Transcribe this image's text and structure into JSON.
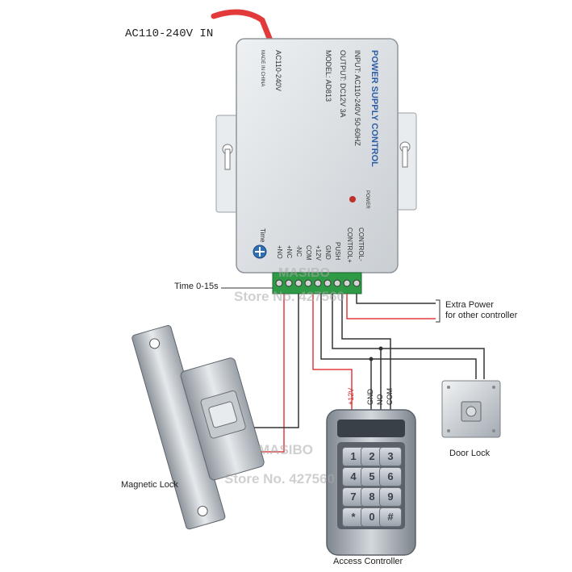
{
  "labels": {
    "power_in": "AC110-240V IN",
    "time": "Time 0-15s",
    "extra_power_line1": "Extra Power",
    "extra_power_line2": "for other controller",
    "magnetic_lock": "Magnetic Lock",
    "door_lock": "Door Lock",
    "access_controller": "Access Controller"
  },
  "power_supply": {
    "title": "POWER SUPPLY CONTROL",
    "input": "INPUT: AC110-240V 50-60HZ",
    "output": "OUTPUT: DC12V 3A",
    "model": "MODEL: AD813",
    "voltage": "AC110-240V",
    "made_in": "MADE IN CHINA",
    "power_led_label": "POWER",
    "time_knob_label": "Time",
    "terminals": [
      "+NO",
      "+NC",
      "-NC",
      "COM",
      "+12V",
      "GND",
      "PUSH",
      "CONTROL+",
      "CONTROL-"
    ]
  },
  "controller_terminals": [
    "+12V",
    "GND",
    "NO",
    "COM"
  ],
  "keypad": [
    "1",
    "2",
    "3",
    "4",
    "5",
    "6",
    "7",
    "8",
    "9",
    "*",
    "0",
    "#"
  ],
  "watermarks": {
    "top_brand": "MASIBO",
    "top_store": "Store No. 427560",
    "bottom_brand": "MASIBO",
    "bottom_store": "Store No. 427560"
  },
  "colors": {
    "wire_red": "#e23a3a",
    "wire_dark": "#333333",
    "terminal_green": "#2e9a45",
    "box_body": "#dfe3e6"
  }
}
